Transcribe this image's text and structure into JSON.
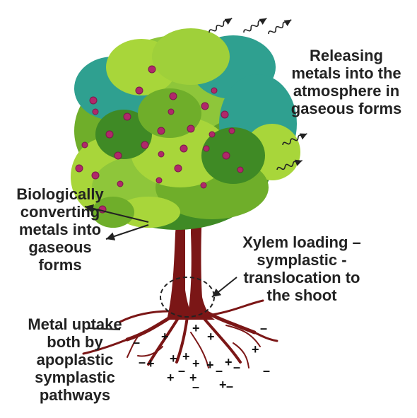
{
  "labels": {
    "release": [
      "Releasing",
      "metals into the",
      "atmosphere in",
      "gaseous forms"
    ],
    "bio": [
      "Biologically",
      "converting",
      "metals into",
      "gaseous",
      "forms"
    ],
    "xylem": [
      "Xylem loading –",
      "symplastic -",
      "translocation to",
      "the shoot"
    ],
    "uptake": [
      "Metal uptake",
      "both by",
      "apoplastic",
      "symplastic",
      "pathways"
    ]
  },
  "ions": {
    "plus": "+",
    "minus": "–"
  },
  "colors": {
    "foliage_light": "#a8d63a",
    "foliage_mid": "#6fae2a",
    "foliage_dark": "#3f8a25",
    "foliage_teal": "#2fa090",
    "trunk": "#7b1616",
    "flower": "#b0286a",
    "text": "#222222"
  },
  "icons": [
    "gas-wave-arrow-icon",
    "pointer-arrow-icon",
    "dashed-circle-icon"
  ]
}
